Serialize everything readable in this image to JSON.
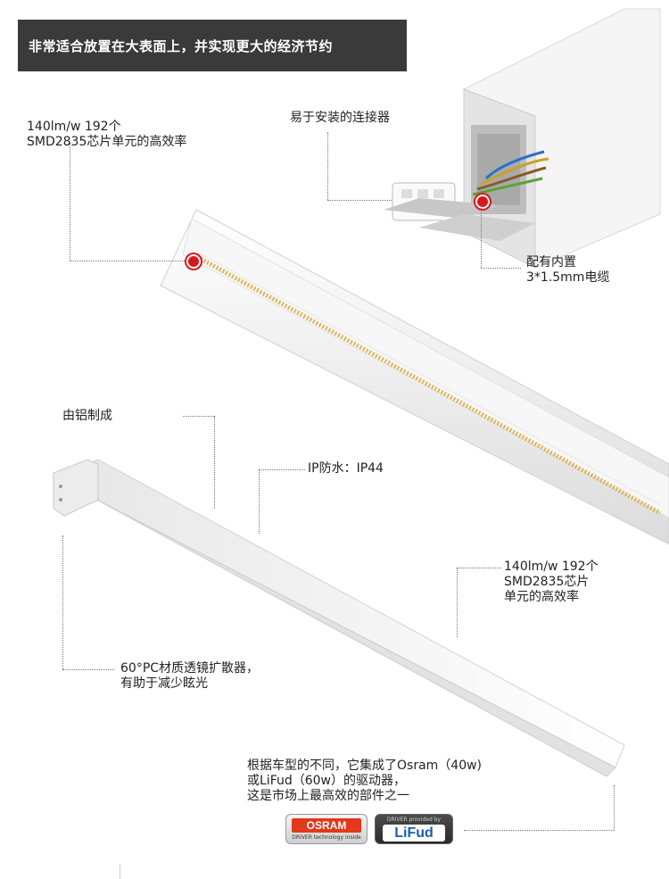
{
  "banner": {
    "text": "非常适合放置在大表面上，并实现更大的经济节约"
  },
  "callouts": {
    "efficiency_top": {
      "line1": "140lm/w 192个",
      "line2": "SMD2835芯片单元的高效率"
    },
    "connector": {
      "line1": "易于安装的连接器"
    },
    "cable": {
      "line1": "配有内置",
      "line2": "3*1.5mm电缆"
    },
    "aluminum": {
      "line1": "由铝制成"
    },
    "ip": {
      "line1": "IP防水：IP44"
    },
    "efficiency_bottom": {
      "line1": "140lm/w 192个",
      "line2": "SMD2835芯片",
      "line3": "单元的高效率"
    },
    "diffuser": {
      "line1": "60°PC材质透镜扩散器，",
      "line2": "有助于减少眩光"
    },
    "driver": {
      "line1": "根据车型的不同，它集成了Osram（40w)",
      "line2": "或LiFud（60w）的驱动器，",
      "line3": "这是市场上最高效的部件之一"
    }
  },
  "logos": {
    "osram": {
      "brand": "OSRAM",
      "sub": "DRIVER technology inside"
    },
    "lifud": {
      "brand": "LiFud",
      "sub": "DRIVER provided by"
    }
  },
  "colors": {
    "banner_bg": "#3a3a3a",
    "marker": "#d7161b",
    "led": "#e0b45c",
    "fixture": "#f2f2f2"
  }
}
